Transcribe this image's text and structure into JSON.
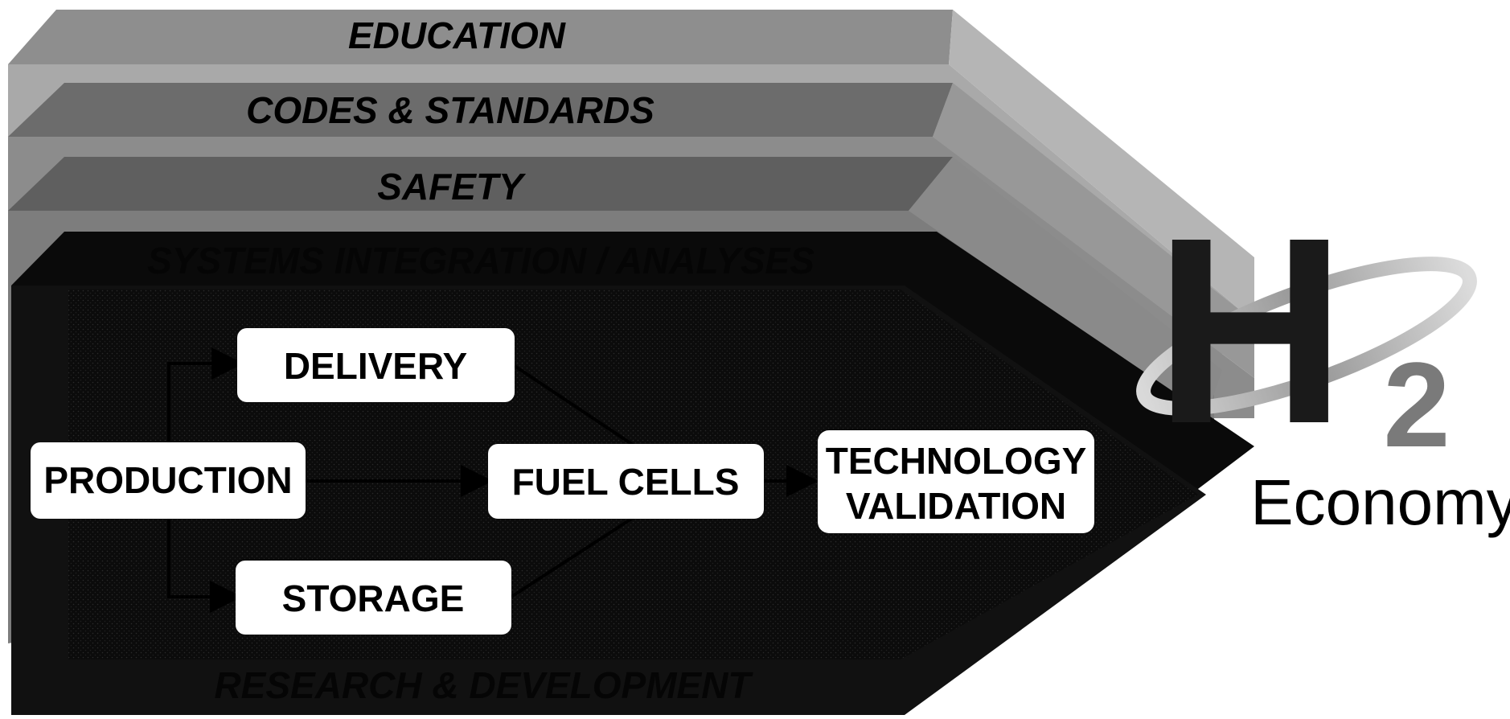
{
  "layers": {
    "education": "EDUCATION",
    "codes_standards": "CODES & STANDARDS",
    "safety": "SAFETY",
    "systems_integration": "SYSTEMS INTEGRATION / ANALYSES",
    "research_development": "RESEARCH & DEVELOPMENT"
  },
  "boxes": {
    "production": "PRODUCTION",
    "delivery": "DELIVERY",
    "storage": "STORAGE",
    "fuel_cells": "FUEL CELLS",
    "tech_line1": "TECHNOLOGY",
    "tech_line2": "VALIDATION"
  },
  "logo": {
    "symbol": "H",
    "subscript": "2",
    "word": "Economy"
  },
  "colors": {
    "education_band": "#8f8f8f",
    "codes_band": "#7a7a7a",
    "safety_band": "#6f6f6f",
    "black_arrow": "#0d0d0d",
    "box_fill": "#ffffff",
    "ring": "#b8b8b8"
  }
}
